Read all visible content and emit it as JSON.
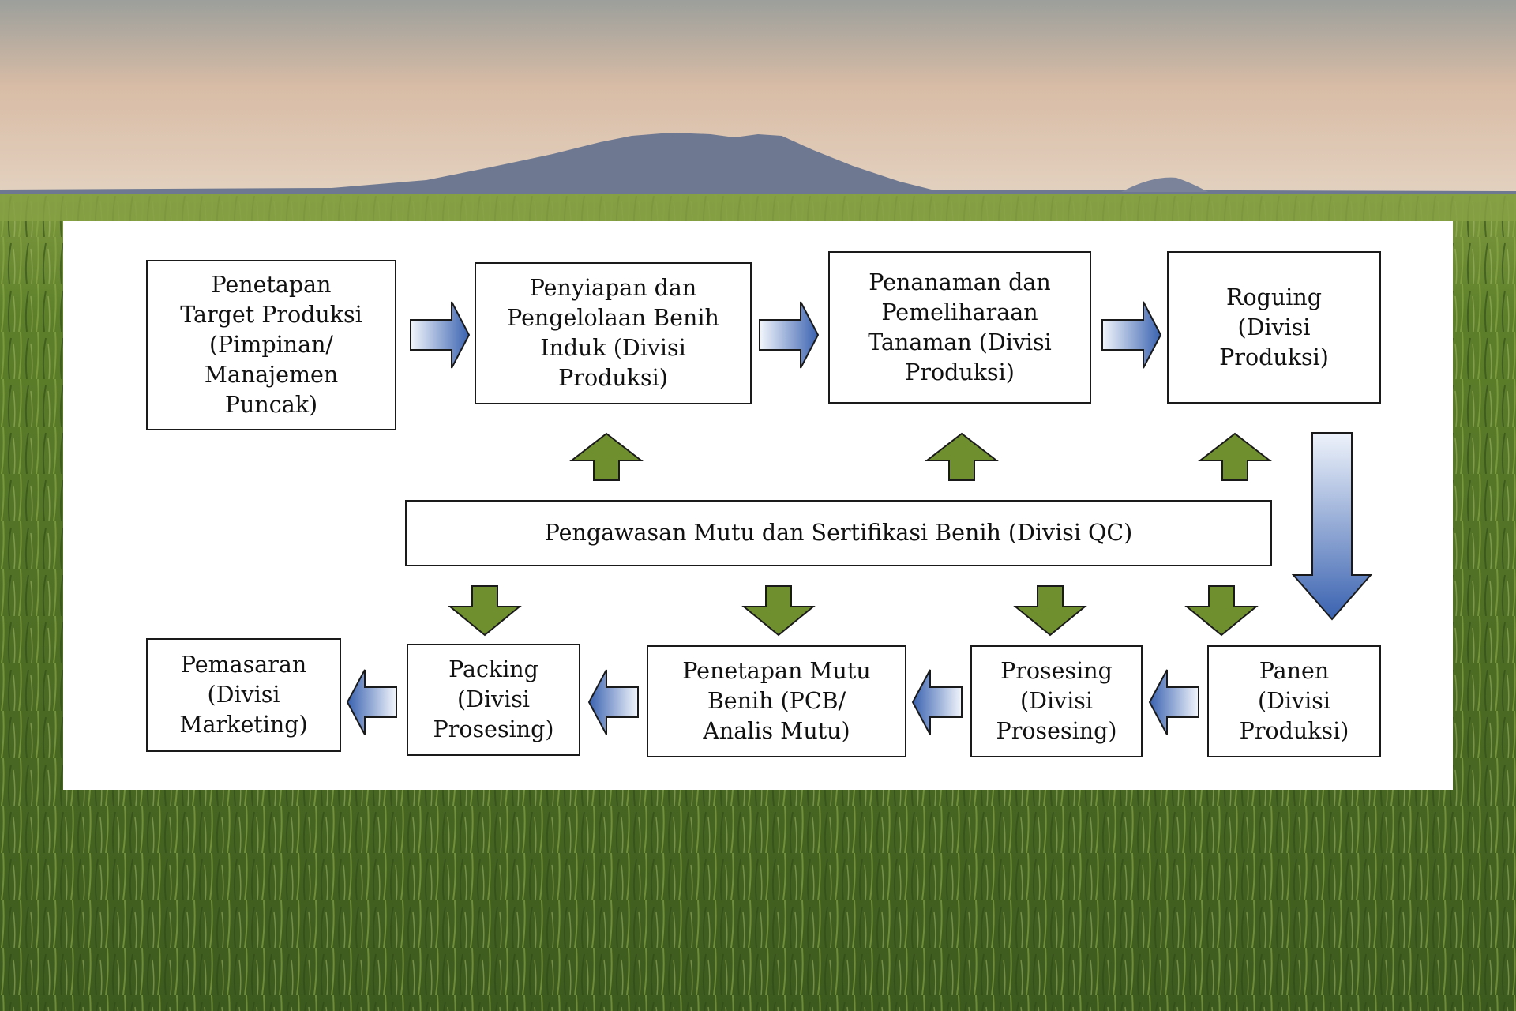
{
  "diagram": {
    "nodes": {
      "target": "Penetapan\nTarget Produksi\n(Pimpinan/\nManajemen\nPuncak)",
      "penyiapan": "Penyiapan dan\nPengelolaan Benih\nInduk (Divisi\nProduksi)",
      "penanaman": "Penanaman dan\nPemeliharaan\nTanaman (Divisi\nProduksi)",
      "roguing": "Roguing\n(Divisi\nProduksi)",
      "qc": "Pengawasan Mutu dan Sertifikasi Benih (Divisi QC)",
      "panen": "Panen\n(Divisi\nProduksi)",
      "prosesing": "Prosesing\n(Divisi\nProsesing)",
      "penetapan_mutu": "Penetapan Mutu\nBenih (PCB/\nAnalis Mutu)",
      "packing": "Packing\n(Divisi\nProsesing)",
      "pemasaran": "Pemasaran\n(Divisi\nMarketing)"
    },
    "colors": {
      "flow_arrow_light": "#eef3fb",
      "flow_arrow_dark": "#3a62b0",
      "qc_arrow": "#6f8f2f",
      "border": "#1a1a1a"
    }
  }
}
